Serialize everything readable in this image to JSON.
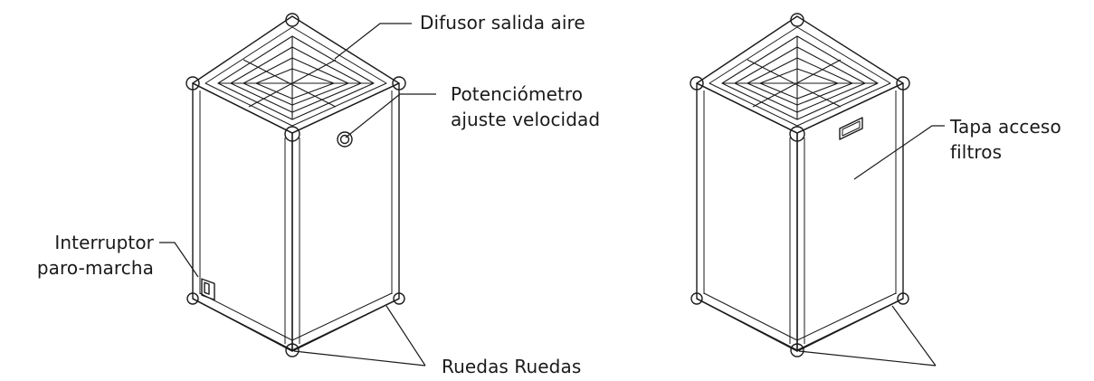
{
  "labels": {
    "difusor": "Difusor salida aire",
    "potenciometro_line1": "Potenciómetro",
    "potenciometro_line2": "ajuste velocidad",
    "interruptor_line1": "Interruptor",
    "interruptor_line2": "paro-marcha",
    "ruedas": "Ruedas Ruedas",
    "tapa_line1": "Tapa acceso",
    "tapa_line2": "filtros"
  },
  "colors": {
    "stroke": "#1a1a1a",
    "background": "#ffffff"
  }
}
